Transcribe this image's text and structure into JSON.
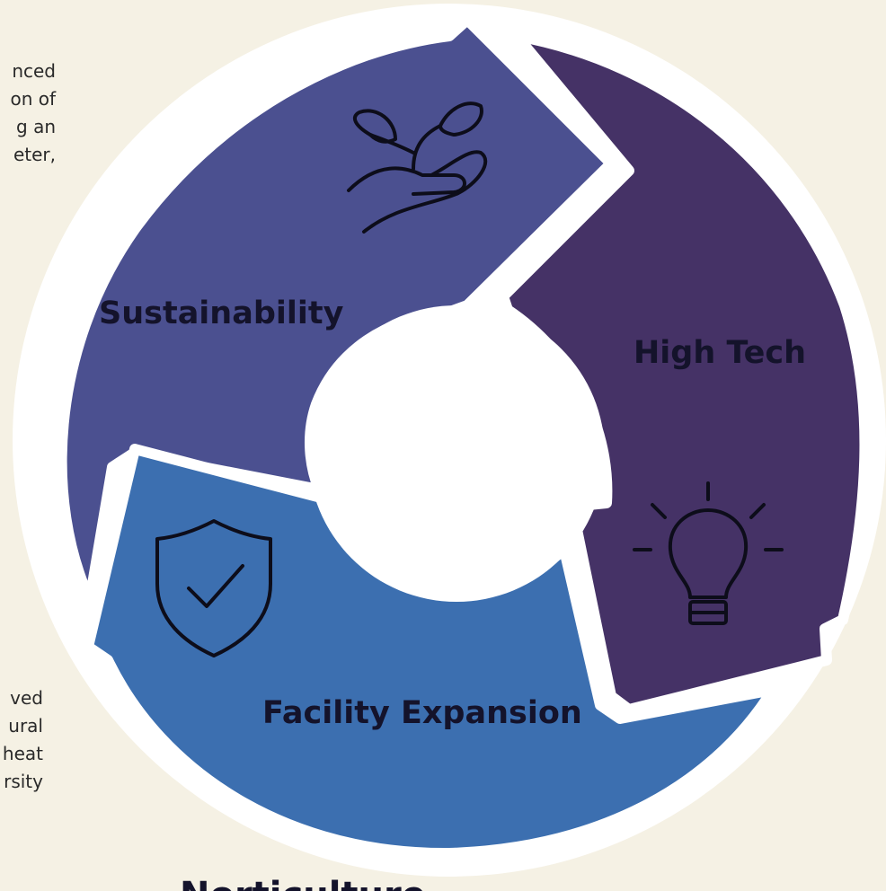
{
  "text_left_top": [
    "nced",
    "on of",
    "g an",
    "eter,"
  ],
  "text_left_bottom": [
    "ved",
    "ural",
    "heat",
    "rsity"
  ],
  "segments": [
    {
      "label": "Sustainability",
      "icon": "seedling-hand-icon",
      "color": "#4b5090"
    },
    {
      "label": "High Tech",
      "icon": "lightbulb-icon",
      "color": "#453266"
    },
    {
      "label": "Facility Expansion",
      "icon": "shield-check-icon",
      "color": "#3c6fb0"
    }
  ],
  "bottom_partial_heading": "Norticulture"
}
